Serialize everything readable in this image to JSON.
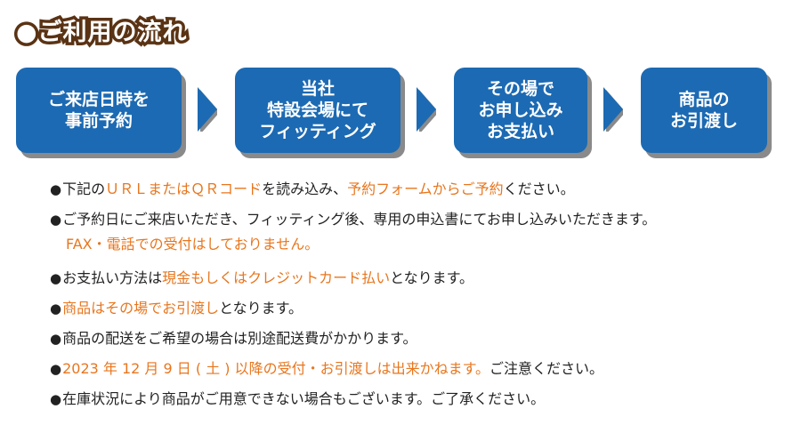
{
  "title": "●ご利用の流れ",
  "steps": [
    {
      "label": "ご来店日時を\n事前予約"
    },
    {
      "label": "当社\n特設会場にて\nフィッティング"
    },
    {
      "label": "その場で\nお申し込み\nお支払い"
    },
    {
      "label": "商品の\nお引渡し"
    }
  ],
  "notes": {
    "n1": {
      "bullet": "●",
      "a": "下記の",
      "b": "ＵＲＬまたはＱＲコード",
      "c": "を読み込み、",
      "d": "予約フォームからご予約",
      "e": "ください。"
    },
    "n2": {
      "bullet": "●",
      "a": "ご予約日にご来店いただき、フィッティング後、専用の申込書にてお申し込みいただきます。",
      "sub": "FAX・電話での受付はしておりません。"
    },
    "n3": {
      "bullet": "●",
      "a": "お支払い方法は",
      "b": "現金もしくはクレジットカード払い",
      "c": "となります。"
    },
    "n4": {
      "bullet": "●",
      "b": "商品はその場でお引渡し",
      "c": "となります。"
    },
    "n5": {
      "bullet": "●",
      "a": "商品の配送をご希望の場合は別途配送費がかかります。"
    },
    "n6": {
      "bullet": "●",
      "b": "2023 年 12 月 9 日 ( 土 ) 以降の受付・お引渡しは出来かねます。",
      "c": "ご注意ください。"
    },
    "n7": {
      "bullet": "●",
      "a": "在庫状況により商品がご用意できない場合もございます。ご了承ください。"
    }
  },
  "colors": {
    "step_blue": "#1c6ab3",
    "accent_orange": "#e8761e",
    "title_brown": "#5a3314"
  }
}
